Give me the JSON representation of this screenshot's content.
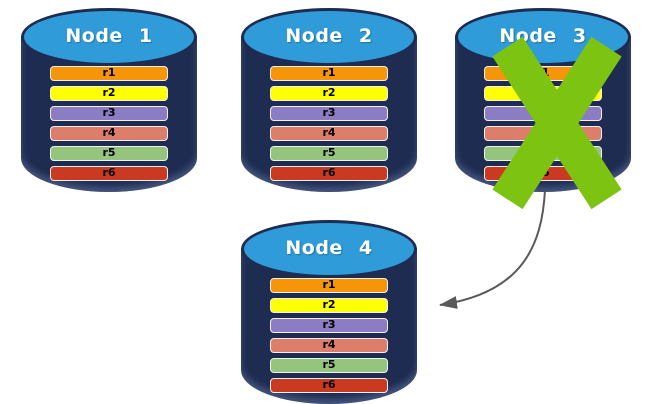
{
  "diagram": {
    "description": "replicated database nodes with failed node replicating to new node",
    "colors": {
      "background": "#FFFFFF",
      "cylinder_body": "#1E2C52",
      "cylinder_top": "#2F9BD8",
      "node_label_text": "#FFFFFF",
      "bar_border": "#F2F2F2",
      "bar_text": "#000000",
      "failure_x": "#7DC412",
      "arrow": "#595959"
    },
    "icons": {
      "failure": "green-x-cross",
      "transfer": "curved-gray-arrow"
    },
    "nodes": [
      {
        "label": "Node 1",
        "failed": false,
        "rows": [
          {
            "label": "r1",
            "color": "#F79508"
          },
          {
            "label": "r2",
            "color": "#FEFE04"
          },
          {
            "label": "r3",
            "color": "#8B7CC3"
          },
          {
            "label": "r4",
            "color": "#DD7E6B"
          },
          {
            "label": "r5",
            "color": "#95C47D"
          },
          {
            "label": "r6",
            "color": "#C93A20"
          }
        ]
      },
      {
        "label": "Node 2",
        "failed": false,
        "rows": [
          {
            "label": "r1",
            "color": "#F79508"
          },
          {
            "label": "r2",
            "color": "#FEFE04"
          },
          {
            "label": "r3",
            "color": "#8B7CC3"
          },
          {
            "label": "r4",
            "color": "#DD7E6B"
          },
          {
            "label": "r5",
            "color": "#95C47D"
          },
          {
            "label": "r6",
            "color": "#C93A20"
          }
        ]
      },
      {
        "label": "Node 3",
        "failed": true,
        "rows": [
          {
            "label": "r1",
            "color": "#F79508"
          },
          {
            "label": "r2",
            "color": "#FEFE04"
          },
          {
            "label": "r3",
            "color": "#8B7CC3"
          },
          {
            "label": "r4",
            "color": "#DD7E6B"
          },
          {
            "label": "r5",
            "color": "#95C47D"
          },
          {
            "label": "r6",
            "color": "#C93A20"
          }
        ]
      },
      {
        "label": "Node 4",
        "failed": false,
        "rows": [
          {
            "label": "r1",
            "color": "#F79508"
          },
          {
            "label": "r2",
            "color": "#FEFE04"
          },
          {
            "label": "r3",
            "color": "#8B7CC3"
          },
          {
            "label": "r4",
            "color": "#DD7E6B"
          },
          {
            "label": "r5",
            "color": "#95C47D"
          },
          {
            "label": "r6",
            "color": "#C93A20"
          }
        ]
      }
    ],
    "arrow": {
      "from": "Node 3",
      "to": "Node 4"
    }
  }
}
